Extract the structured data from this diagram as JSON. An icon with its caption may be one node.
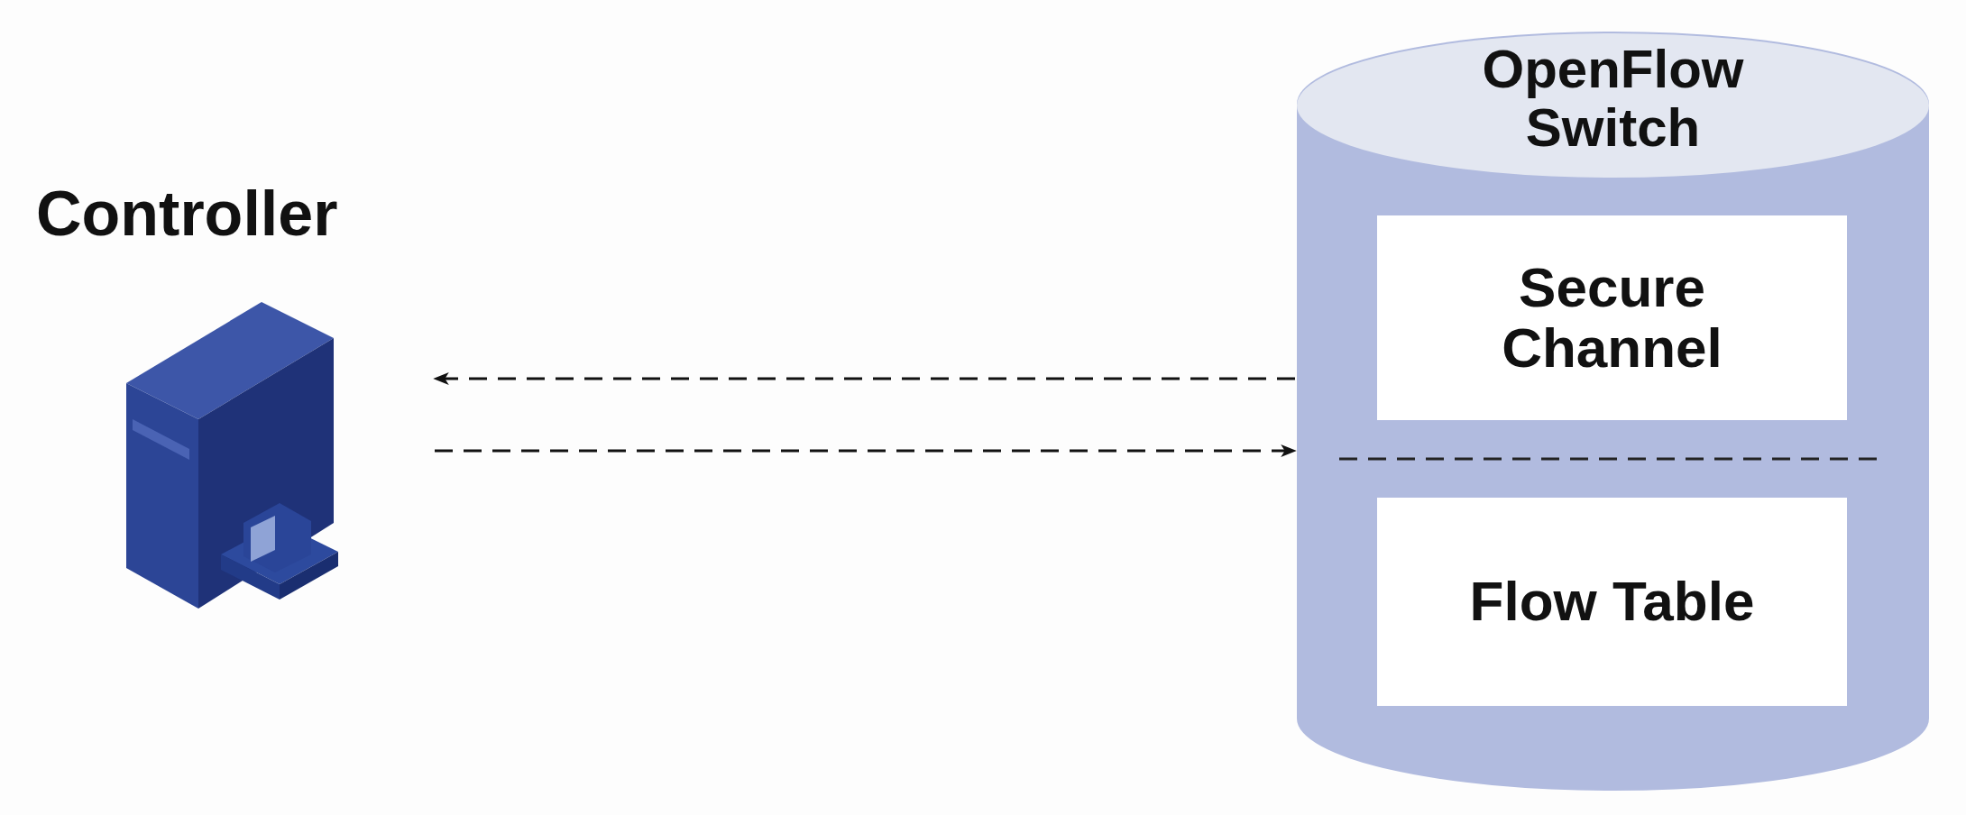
{
  "diagram": {
    "nodes": [
      {
        "text": [
          "Controller"
        ]
      },
      {
        "text": [
          "OpenFlow Switch"
        ]
      },
      {
        "text": [
          "Secure Channel"
        ],
        "in": 1
      },
      {
        "text": [
          "Flow Table"
        ],
        "in": 1
      }
    ],
    "edges": [
      {
        "from": 1,
        "to": 0,
        "arrow": "to",
        "style": "dashed"
      },
      {
        "from": 0,
        "to": 1,
        "arrow": "to",
        "style": "dashed"
      }
    ]
  }
}
